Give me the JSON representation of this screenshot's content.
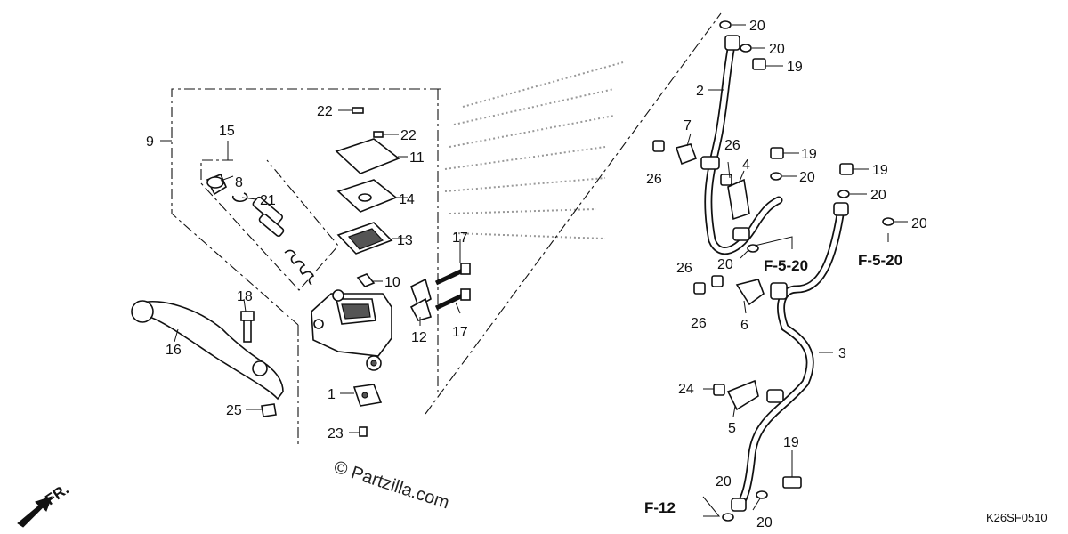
{
  "diagram": {
    "labels": {
      "l1": "1",
      "l2": "2",
      "l3": "3",
      "l4": "4",
      "l5": "5",
      "l6": "6",
      "l7": "7",
      "l8": "8",
      "l9": "9",
      "l10": "10",
      "l11": "11",
      "l12": "12",
      "l13": "13",
      "l14": "14",
      "l15": "15",
      "l16": "16",
      "l17a": "17",
      "l17b": "17",
      "l18": "18",
      "l19a": "19",
      "l19b": "19",
      "l19c": "19",
      "l19d": "19",
      "l20a": "20",
      "l20b": "20",
      "l20c": "20",
      "l20d": "20",
      "l20e": "20",
      "l20f": "20",
      "l20g": "20",
      "l20h": "20",
      "l21": "21",
      "l22a": "22",
      "l22b": "22",
      "l23": "23",
      "l24": "24",
      "l25": "25",
      "l26a": "26",
      "l26b": "26",
      "l26c": "26",
      "l26d": "26"
    },
    "refs": {
      "f520a": "F-5-20",
      "f520b": "F-5-20",
      "f12": "F-12"
    },
    "watermark": "© Partzilla.com",
    "direction": "FR.",
    "diagram_code": "K26SF0510"
  }
}
